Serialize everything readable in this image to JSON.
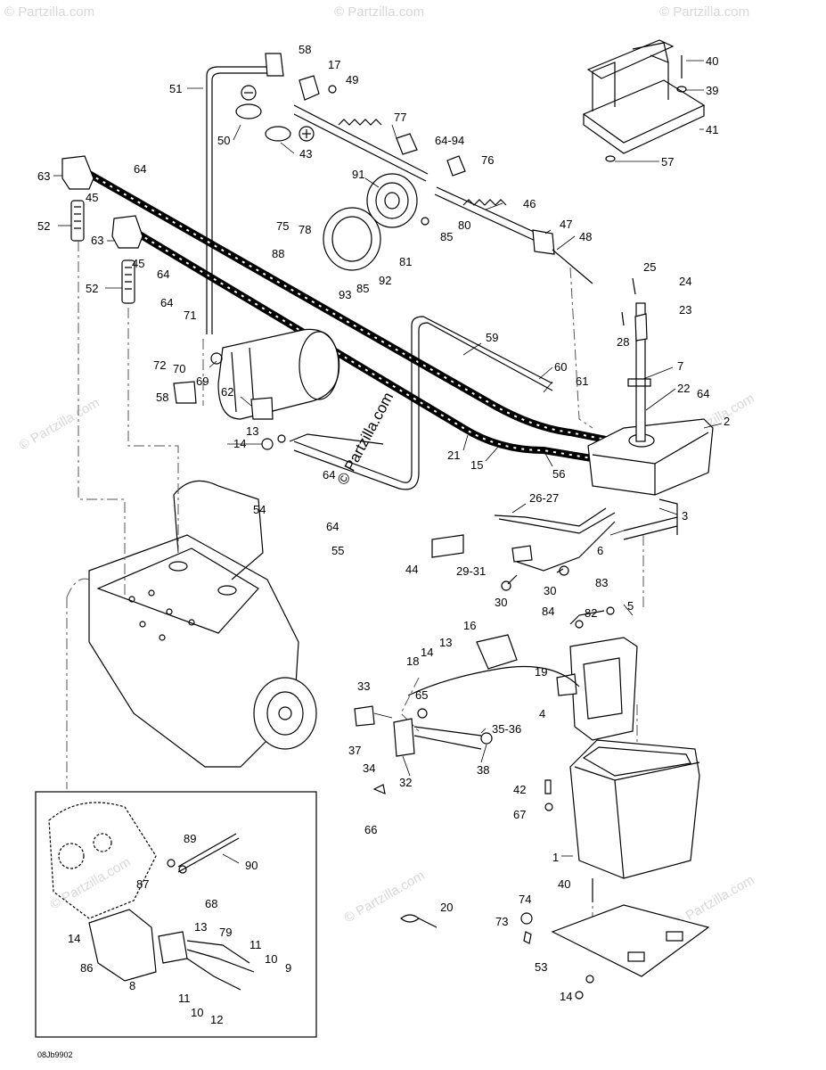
{
  "watermark": {
    "text": "© Partzilla.com",
    "copies": 14
  },
  "brand": "© Partzilla.com",
  "drawing_code": "08Jb9902",
  "callouts": [
    {
      "id": "58a",
      "text": "58"
    },
    {
      "id": "17",
      "text": "17"
    },
    {
      "id": "49",
      "text": "49"
    },
    {
      "id": "51",
      "text": "51"
    },
    {
      "id": "50",
      "text": "50"
    },
    {
      "id": "43",
      "text": "43"
    },
    {
      "id": "77",
      "text": "77"
    },
    {
      "id": "64-94",
      "text": "64-94"
    },
    {
      "id": "76",
      "text": "76"
    },
    {
      "id": "63a",
      "text": "63"
    },
    {
      "id": "64a",
      "text": "64"
    },
    {
      "id": "45a",
      "text": "45"
    },
    {
      "id": "91",
      "text": "91"
    },
    {
      "id": "46",
      "text": "46"
    },
    {
      "id": "52a",
      "text": "52"
    },
    {
      "id": "75",
      "text": "75"
    },
    {
      "id": "78",
      "text": "78"
    },
    {
      "id": "80",
      "text": "80"
    },
    {
      "id": "85a",
      "text": "85"
    },
    {
      "id": "47",
      "text": "47"
    },
    {
      "id": "48",
      "text": "48"
    },
    {
      "id": "63b",
      "text": "63"
    },
    {
      "id": "45b",
      "text": "45"
    },
    {
      "id": "88",
      "text": "88"
    },
    {
      "id": "81",
      "text": "81"
    },
    {
      "id": "64b",
      "text": "64"
    },
    {
      "id": "92",
      "text": "92"
    },
    {
      "id": "85b",
      "text": "85"
    },
    {
      "id": "93",
      "text": "93"
    },
    {
      "id": "52b",
      "text": "52"
    },
    {
      "id": "25",
      "text": "25"
    },
    {
      "id": "24",
      "text": "24"
    },
    {
      "id": "23",
      "text": "23"
    },
    {
      "id": "64c",
      "text": "64"
    },
    {
      "id": "71",
      "text": "71"
    },
    {
      "id": "28",
      "text": "28"
    },
    {
      "id": "59",
      "text": "59"
    },
    {
      "id": "72",
      "text": "72"
    },
    {
      "id": "70",
      "text": "70"
    },
    {
      "id": "7",
      "text": "7"
    },
    {
      "id": "69",
      "text": "69"
    },
    {
      "id": "60",
      "text": "60"
    },
    {
      "id": "61",
      "text": "61"
    },
    {
      "id": "22",
      "text": "22"
    },
    {
      "id": "64d",
      "text": "64"
    },
    {
      "id": "58b",
      "text": "58"
    },
    {
      "id": "62",
      "text": "62"
    },
    {
      "id": "2",
      "text": "2"
    },
    {
      "id": "13a",
      "text": "13"
    },
    {
      "id": "14a",
      "text": "14"
    },
    {
      "id": "21",
      "text": "21"
    },
    {
      "id": "15",
      "text": "15"
    },
    {
      "id": "56",
      "text": "56"
    },
    {
      "id": "64e",
      "text": "64"
    },
    {
      "id": "26-27",
      "text": "26-27"
    },
    {
      "id": "3",
      "text": "3"
    },
    {
      "id": "54",
      "text": "54"
    },
    {
      "id": "64f",
      "text": "64"
    },
    {
      "id": "55",
      "text": "55"
    },
    {
      "id": "6",
      "text": "6"
    },
    {
      "id": "44",
      "text": "44"
    },
    {
      "id": "29-31",
      "text": "29-31"
    },
    {
      "id": "30a",
      "text": "30"
    },
    {
      "id": "30b",
      "text": "30"
    },
    {
      "id": "83",
      "text": "83"
    },
    {
      "id": "84",
      "text": "84"
    },
    {
      "id": "82",
      "text": "82"
    },
    {
      "id": "5",
      "text": "5"
    },
    {
      "id": "16",
      "text": "16"
    },
    {
      "id": "13b",
      "text": "13"
    },
    {
      "id": "14b",
      "text": "14"
    },
    {
      "id": "18",
      "text": "18"
    },
    {
      "id": "19",
      "text": "19"
    },
    {
      "id": "33",
      "text": "33"
    },
    {
      "id": "65",
      "text": "65"
    },
    {
      "id": "4",
      "text": "4"
    },
    {
      "id": "35-36",
      "text": "35-36"
    },
    {
      "id": "37",
      "text": "37"
    },
    {
      "id": "34",
      "text": "34"
    },
    {
      "id": "38",
      "text": "38"
    },
    {
      "id": "32",
      "text": "32"
    },
    {
      "id": "42",
      "text": "42"
    },
    {
      "id": "67",
      "text": "67"
    },
    {
      "id": "66",
      "text": "66"
    },
    {
      "id": "1",
      "text": "1"
    },
    {
      "id": "89",
      "text": "89"
    },
    {
      "id": "90",
      "text": "90"
    },
    {
      "id": "40b",
      "text": "40"
    },
    {
      "id": "87",
      "text": "87"
    },
    {
      "id": "68",
      "text": "68"
    },
    {
      "id": "20",
      "text": "20"
    },
    {
      "id": "74",
      "text": "74"
    },
    {
      "id": "14c",
      "text": "14"
    },
    {
      "id": "13c",
      "text": "13"
    },
    {
      "id": "79",
      "text": "79"
    },
    {
      "id": "73",
      "text": "73"
    },
    {
      "id": "11a",
      "text": "11"
    },
    {
      "id": "10a",
      "text": "10"
    },
    {
      "id": "86",
      "text": "86"
    },
    {
      "id": "53",
      "text": "53"
    },
    {
      "id": "9",
      "text": "9"
    },
    {
      "id": "8",
      "text": "8"
    },
    {
      "id": "11b",
      "text": "11"
    },
    {
      "id": "10b",
      "text": "10"
    },
    {
      "id": "14d",
      "text": "14"
    },
    {
      "id": "12",
      "text": "12"
    },
    {
      "id": "40a",
      "text": "40"
    },
    {
      "id": "39",
      "text": "39"
    },
    {
      "id": "41",
      "text": "41"
    },
    {
      "id": "57",
      "text": "57"
    }
  ]
}
